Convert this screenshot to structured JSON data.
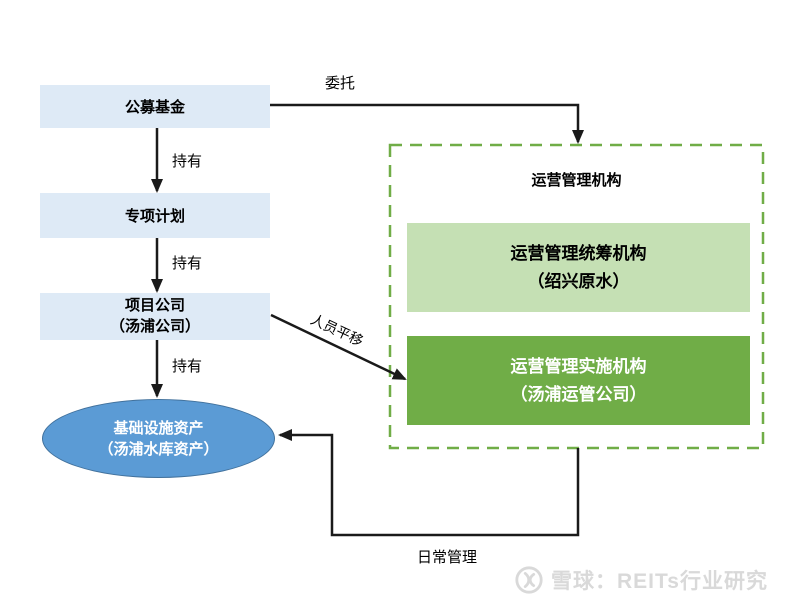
{
  "chain": {
    "fund_label": "公募基金",
    "plan_label": "专项计划",
    "project_line1": "项目公司",
    "project_line2": "（汤浦公司）",
    "asset_line1": "基础设施资产",
    "asset_line2": "（汤浦水库资产）",
    "hold1": "持有",
    "hold2": "持有",
    "hold3": "持有"
  },
  "om_group": {
    "title": "运营管理机构",
    "coordinator_line1": "运营管理统筹机构",
    "coordinator_line2": "（绍兴原水）",
    "implementer_line1": "运营管理实施机构",
    "implementer_line2": "（汤浦运管公司）"
  },
  "edges": {
    "entrust": "委托",
    "personnel_transfer": "人员平移",
    "daily_management": "日常管理"
  },
  "watermark": {
    "brand": "雪球：REITs行业研究"
  },
  "colors": {
    "box_blue": "#DEEAF6",
    "ellipse_fill": "#5B9BD5",
    "ellipse_border": "#41719C",
    "green_light": "#C5E0B4",
    "green_dark": "#70AD47",
    "dashed_border": "#70AD47",
    "arrow": "#1A1A1A",
    "watermark_gray": "#D9D9D9"
  }
}
